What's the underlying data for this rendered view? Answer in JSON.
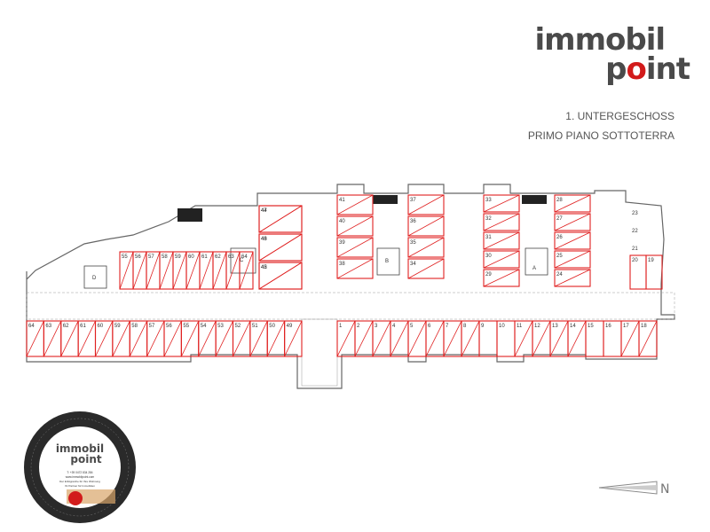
{
  "brand": {
    "line1": "immobil",
    "line2_pre": "p",
    "line2_dot": "o",
    "line2_post": "int"
  },
  "titles": {
    "floor_de": "1. UNTERGESCHOSS",
    "floor_it": "PRIMO PIANO SOTTOTERRA"
  },
  "compass": {
    "label": "N"
  },
  "badge": {
    "brand1": "immobil",
    "brand2": "point",
    "line_a": "T: +39 0472 834 284",
    "line_b": "www.immobilpoint.com",
    "line_c": "Der Erfolgreiche für Ihre Wohnung",
    "line_d": "Ihr Partner für Immobilien"
  },
  "colors": {
    "accent": "#e02020",
    "text": "#4a4a4a",
    "plan_line": "#666666"
  },
  "plan": {
    "bottom_row": [
      "64",
      "63",
      "62",
      "61",
      "60",
      "59",
      "58",
      "57",
      "56",
      "55",
      "54",
      "53",
      "52",
      "51",
      "50",
      "49",
      "1",
      "2",
      "3",
      "4",
      "5",
      "6",
      "7",
      "8",
      "9",
      "10",
      "11",
      "12",
      "13",
      "14",
      "15",
      "16",
      "17",
      "18"
    ],
    "upper_left_row": [
      "55",
      "56",
      "57",
      "58",
      "59",
      "60",
      "61",
      "62",
      "63",
      "64"
    ],
    "upper_block_a": [
      "47",
      "46",
      "45",
      "44",
      "43",
      "42"
    ],
    "upper_block_b": [
      "41",
      "40",
      "39",
      "38",
      "37",
      "36",
      "35",
      "34"
    ],
    "upper_block_c": [
      "33",
      "32",
      "31",
      "30",
      "29",
      "28",
      "27",
      "26",
      "25",
      "24"
    ],
    "upper_right": [
      "23",
      "22",
      "21",
      "20",
      "19"
    ],
    "stair_labels": [
      "D",
      "C",
      "B",
      "A"
    ]
  }
}
